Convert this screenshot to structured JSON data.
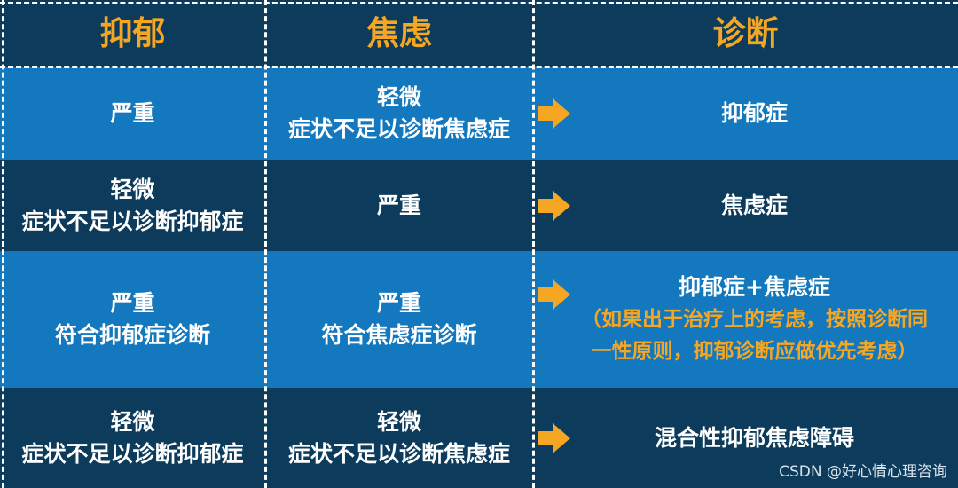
{
  "header": {
    "col1": "抑郁",
    "col2": "焦虑",
    "col3": "诊断"
  },
  "rows": [
    {
      "depression": [
        "严重"
      ],
      "anxiety": [
        "轻微",
        "症状不足以诊断焦虑症"
      ],
      "diagnosis": "抑郁症"
    },
    {
      "depression": [
        "轻微",
        "症状不足以诊断抑郁症"
      ],
      "anxiety": [
        "严重"
      ],
      "diagnosis": "焦虑症"
    },
    {
      "depression": [
        "严重",
        "符合抑郁症诊断"
      ],
      "anxiety": [
        "严重",
        "符合焦虑症诊断"
      ],
      "diagnosis": "抑郁症+焦虑症",
      "note": [
        "（如果出于治疗上的考虑，按照诊断同",
        "一性原则，抑郁诊断应做优先考虑）"
      ]
    },
    {
      "depression": [
        "轻微",
        "症状不足以诊断抑郁症"
      ],
      "anxiety": [
        "轻微",
        "症状不足以诊断焦虑症"
      ],
      "diagnosis": "混合性抑郁焦虑障碍"
    }
  ],
  "watermark": "CSDN @好心情心理咨询",
  "colors": {
    "dark": "#0c3b5c",
    "light": "#1478be",
    "accent": "#f5a623",
    "text": "#ffffff"
  },
  "icons": {
    "arrow": "right-arrow-icon"
  }
}
